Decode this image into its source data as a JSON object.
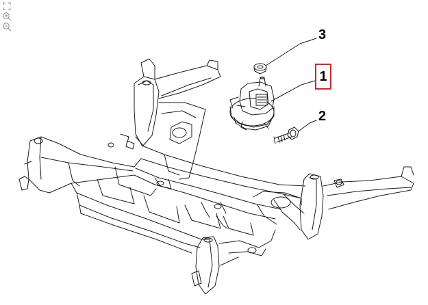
{
  "toolbar": {
    "icons": [
      "fit-page-icon",
      "zoom-in-icon",
      "zoom-out-icon"
    ]
  },
  "callouts": [
    {
      "id": "1",
      "label": "1",
      "highlighted": true
    },
    {
      "id": "2",
      "label": "2",
      "highlighted": false
    },
    {
      "id": "3",
      "label": "3",
      "highlighted": false
    }
  ],
  "colors": {
    "highlight": "#d3242d",
    "line": "#1a1a1a"
  }
}
